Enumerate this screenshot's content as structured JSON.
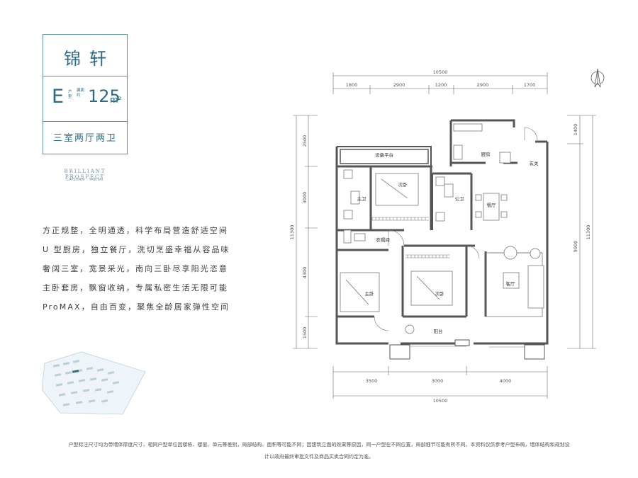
{
  "project": {
    "name": "锦轩",
    "unit_code": "E",
    "unit_meta": "户型",
    "unit_meta2": "建面约",
    "area": "125",
    "area_unit": "m²",
    "layout_type": "三室两厅两卫"
  },
  "brand": {
    "name": "BRILLIANT PROSPECT",
    "sub": "LAISHAN · YANTAI"
  },
  "description": [
    "方正规整，全明通透，科学布局营造舒适空间",
    "U 型厨房，独立餐厅，洗切烹盛幸福从容品味",
    "奢阔三室，宽景采光，南向三卧尽享阳光恣意",
    "主卧套房，飘窗收纳，专属私密生活无限可能",
    "ProMAX，自由百变，聚焦全龄居家弹性空间"
  ],
  "dimensions": {
    "top_total": "10500",
    "top_segments": [
      "1800",
      "2900",
      "1200",
      "2900",
      "1700"
    ],
    "bottom_segments": [
      "3500",
      "3000",
      "4000"
    ],
    "bottom_total": "10500",
    "left_total": "11300",
    "left_segments": [
      "2500",
      "3000",
      "4300",
      "1500"
    ],
    "right_total": "11300",
    "right_segments": [
      "1400",
      "9900"
    ]
  },
  "rooms": {
    "equipment_platform": "设备平台",
    "second_bedroom_1": "次卧",
    "master_bath": "主卫",
    "public_bath": "公卫",
    "kitchen": "厨房",
    "entrance": "玄关",
    "dining": "餐厅",
    "closet": "衣帽间",
    "master_bedroom": "主卧",
    "second_bedroom_2": "次卧",
    "living": "客厅",
    "balcony": "阳台"
  },
  "disclaimer": [
    "户型标注尺寸均为带墙体厚度尺寸，相同户型单位因楼栋、楼层、单元等差别，局部结构、面积等可能不同；因建筑立面的效果等原因，同一户型在不同位置，局部细节可能有所不同。本资料仅供参考户型布局，墙体结构和规划设",
    "计以政府最终审批文件及商品买卖合同约定为准。"
  ],
  "colors": {
    "accent": "#2e6b87",
    "wall": "#555555"
  }
}
